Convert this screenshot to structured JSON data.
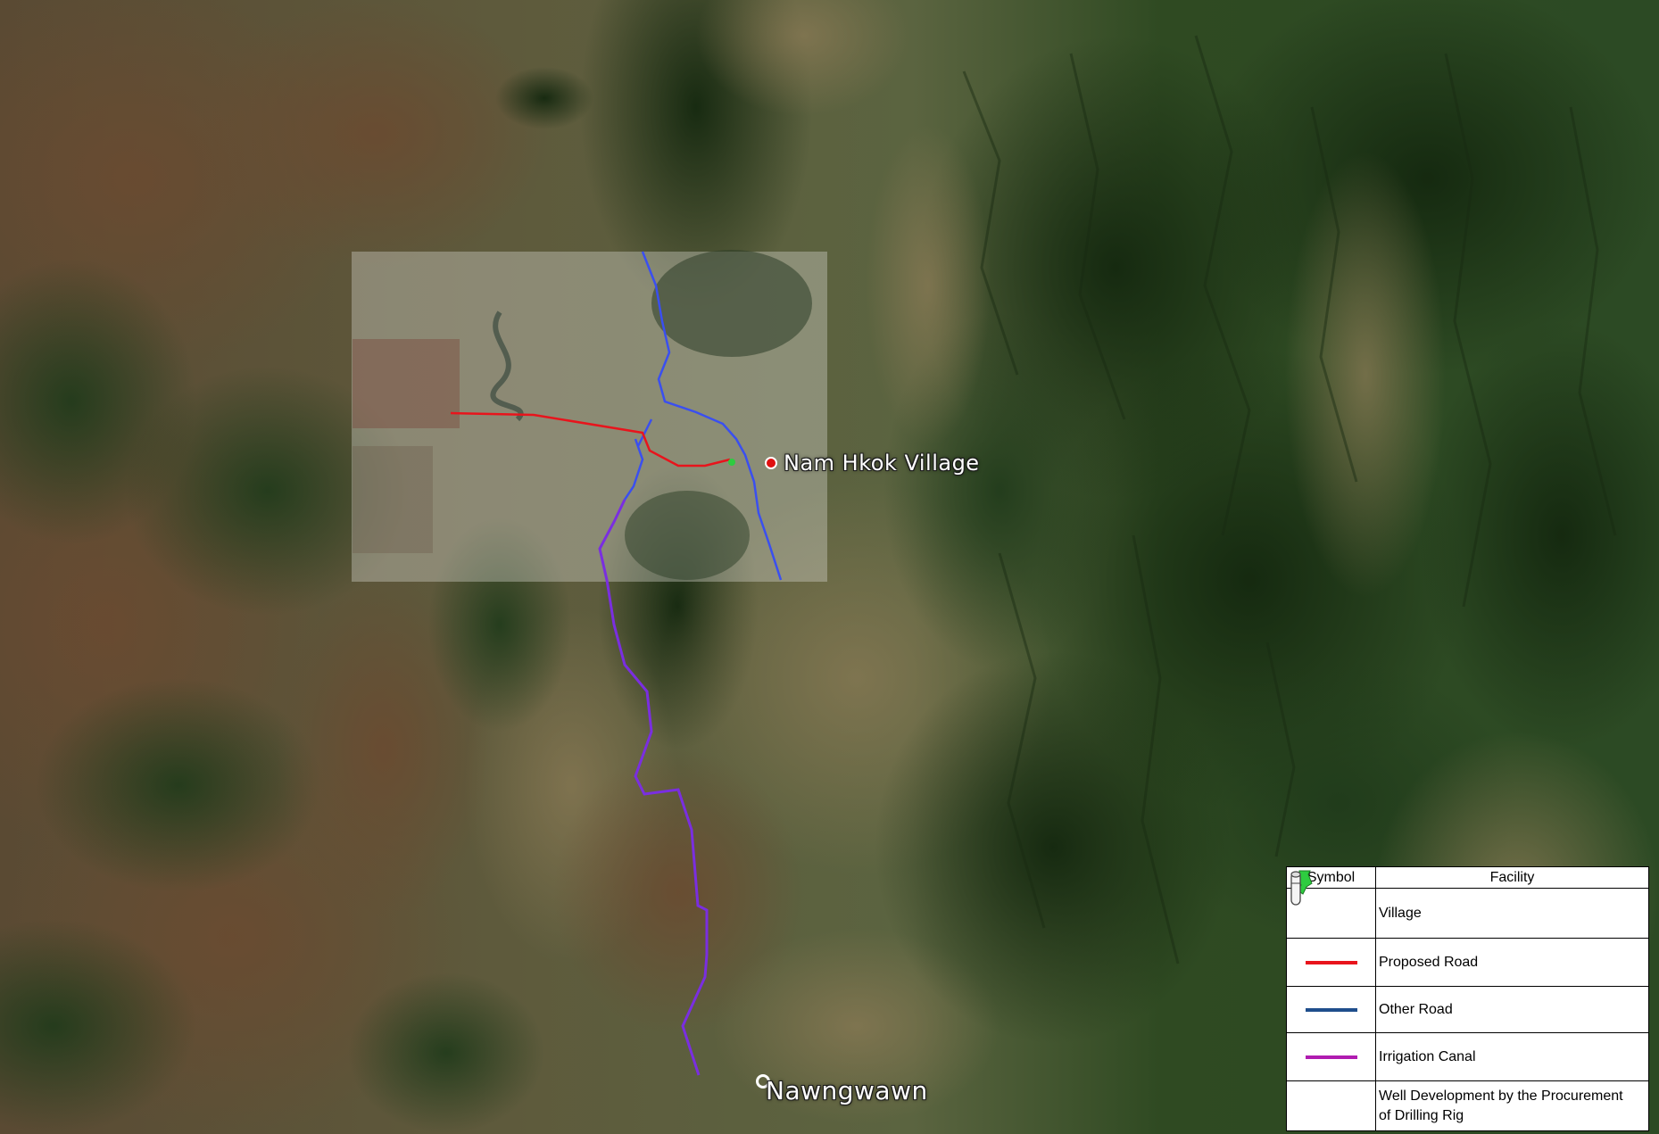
{
  "map": {
    "places": [
      {
        "name": "Nam Hkok Village",
        "marker": "red-dot"
      },
      {
        "name": "Nawngwawn",
        "marker": "ring"
      }
    ]
  },
  "legend": {
    "header_symbol": "Symbol",
    "header_facility": "Facility",
    "items": [
      {
        "symbol": "green-pushpin-icon",
        "label": "Village",
        "color": "#2ecc40"
      },
      {
        "symbol": "red-line",
        "label": "Proposed Road",
        "color": "#e8141c"
      },
      {
        "symbol": "blue-line",
        "label": "Other Road",
        "color": "#1f4e8c"
      },
      {
        "symbol": "purple-line",
        "label": "Irrigation Canal",
        "color": "#b01cb0"
      },
      {
        "symbol": "well-icon",
        "label": "Well Development by the Procurement of Drilling Rig",
        "label_line1": "Well Development by the Procurement",
        "label_line2": "of Drilling Rig"
      }
    ]
  },
  "colors": {
    "proposed_road": "#e8141c",
    "other_road": "#3a4ff0",
    "irrigation_canal": "#7a2ee0",
    "village_pin": "#2ecc40"
  }
}
